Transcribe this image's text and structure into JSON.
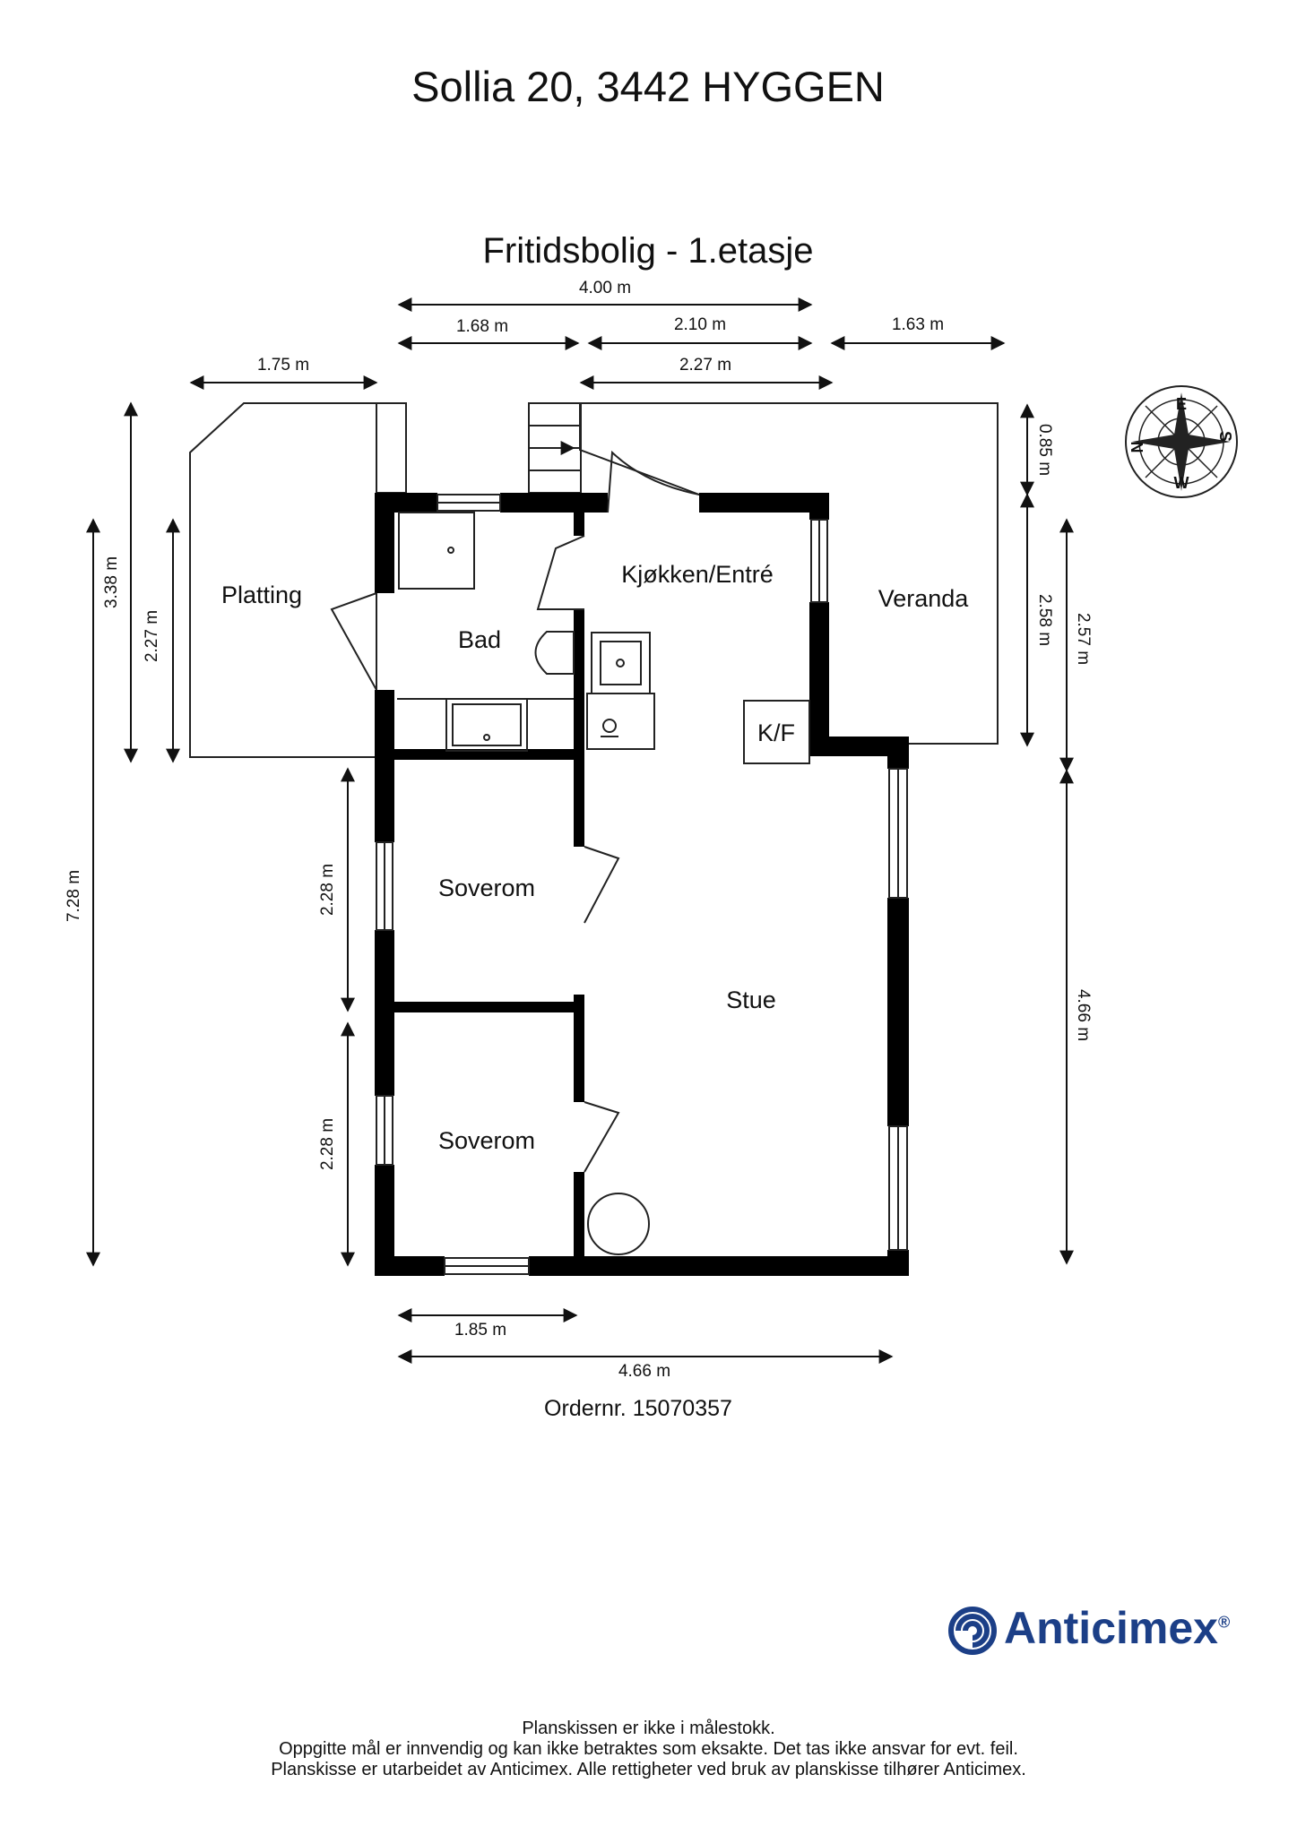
{
  "header": {
    "address": "Sollia 20, 3442 HYGGEN",
    "floor_title": "Fritidsbolig  - 1.etasje"
  },
  "rooms": {
    "platting": "Platting",
    "bad": "Bad",
    "kitchen": "Kjøkken/Entré",
    "veranda": "Veranda",
    "kf": "K/F",
    "soverom1": "Soverom",
    "soverom2": "Soverom",
    "stue": "Stue"
  },
  "dimensions": {
    "top_total": "4.00 m",
    "top_left": "1.68 m",
    "top_mid": "2.10 m",
    "top_right": "1.63 m",
    "top_platting": "1.75 m",
    "top_veranda_span": "2.27 m",
    "left_outer": "3.38 m",
    "left_inner": "2.27 m",
    "left_total": "7.28 m",
    "left_soverom1": "2.28 m",
    "left_soverom2": "2.28 m",
    "right_top": "0.85 m",
    "right_veranda": "2.58 m",
    "right_outer": "2.57 m",
    "right_stue": "4.66 m",
    "bottom_short": "1.85 m",
    "bottom_total": "4.66 m"
  },
  "order_number": "Ordernr. 15070357",
  "compass": {
    "n": "N",
    "e": "E",
    "s": "S",
    "w": "W"
  },
  "brand": {
    "name": "Anticimex",
    "mark": "®",
    "color": "#1c3f87",
    "icon": "anticimex-logo-icon"
  },
  "disclaimer": {
    "line1": "Planskissen er ikke i målestokk.",
    "line2": "Oppgitte mål er innvendig og kan ikke betraktes som eksakte. Det tas ikke ansvar for evt. feil.",
    "line3": "Planskisse er utarbeidet av Anticimex. Alle rettigheter ved bruk av planskisse tilhører Anticimex."
  }
}
